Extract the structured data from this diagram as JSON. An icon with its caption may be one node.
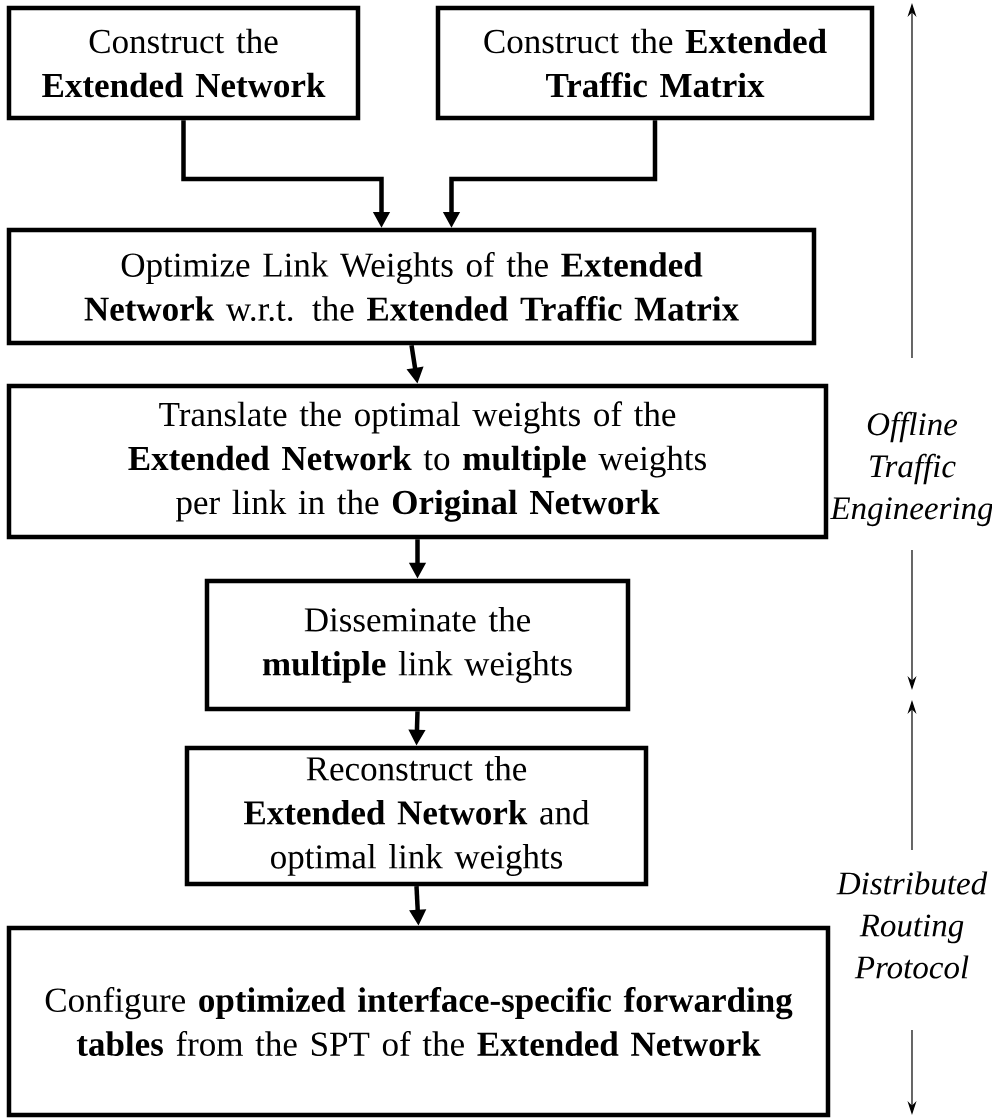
{
  "diagram": {
    "nodes": [
      {
        "text": [
          "Construct the **Extended Network**"
        ]
      },
      {
        "text": [
          "Construct the **Extended Traffic Matrix**"
        ]
      },
      {
        "text": [
          "Optimize Link Weights of the **Extended Network** w.r.t. the **Extended Traffic Matrix**"
        ]
      },
      {
        "text": [
          "Translate the optimal weights of the **Extended Network** to **multiple** weights per link in the **Original Network**"
        ]
      },
      {
        "text": [
          "Disseminate the **multiple** link weights"
        ]
      },
      {
        "text": [
          "Reconstruct the **Extended Network** and optimal link weights"
        ]
      },
      {
        "text": [
          "Configure **optimized interface-specific forwarding tables** from the SPT of the **Extended Network**"
        ]
      }
    ],
    "edges": [
      {
        "from": 0,
        "to": 2,
        "arrow": "to"
      },
      {
        "from": 1,
        "to": 2,
        "arrow": "to"
      },
      {
        "from": 2,
        "to": 3,
        "arrow": "to"
      },
      {
        "from": 3,
        "to": 4,
        "arrow": "to"
      },
      {
        "from": 4,
        "to": 5,
        "arrow": "to"
      },
      {
        "from": 5,
        "to": 6,
        "arrow": "to"
      }
    ],
    "labels": [
      "Offline Traffic Engineering",
      "Distributed Routing Protocol"
    ]
  }
}
